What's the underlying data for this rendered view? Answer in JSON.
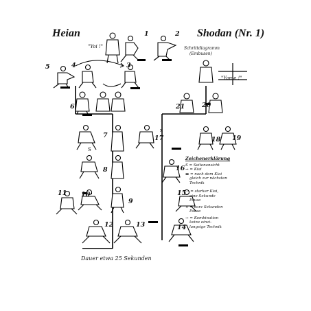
{
  "title": {
    "left": "Heian",
    "right": "Shodan (Nr. 1)"
  },
  "calls": {
    "top": "\"Yoi !\"",
    "yame": "\"Yame !\""
  },
  "floor_plan": {
    "label": "Schrittdiagramm",
    "sub": "(Embusen)"
  },
  "steps": [
    "1",
    "2",
    "3",
    "4",
    "5",
    "6",
    "7",
    "8",
    "9",
    "10",
    "11",
    "12",
    "13",
    "14",
    "15",
    "16",
    "17",
    "18",
    "19",
    "20",
    "21"
  ],
  "extra_marks": {
    "s": "S",
    "x": "x"
  },
  "legend": {
    "title": "Zeichenerklärung",
    "items": [
      "S = Seitenansicht",
      "→ = Kiai",
      "▬ = nach dem Kiai",
      "gleich zur nächsten",
      "Technik",
      "— = starker Kiai,",
      "eine Sekunde",
      "Pause",
      "× = kurz Sekunden",
      "Pause",
      "→ = Kombination",
      "keine einzi-",
      "langsige Technik"
    ]
  },
  "duration": "Dauer etwa 25 Sekunden"
}
